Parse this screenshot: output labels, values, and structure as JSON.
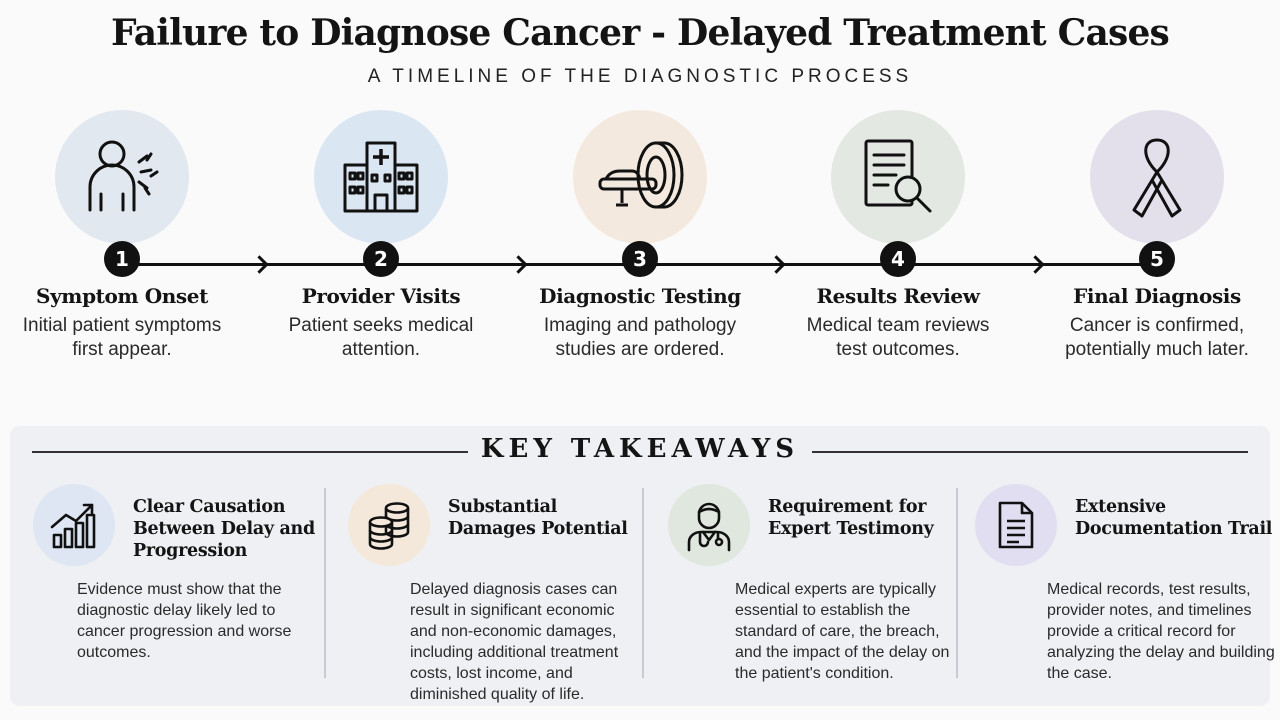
{
  "header": {
    "title": "Failure to Diagnose Cancer - Delayed Treatment Cases",
    "subtitle": "A TIMELINE OF THE DIAGNOSTIC PROCESS"
  },
  "timeline": {
    "steps": [
      {
        "number": "1",
        "title": "Symptom Onset",
        "description": "Initial patient symptoms first appear.",
        "icon": "patient-symptoms-icon",
        "color": "#e2e8f0"
      },
      {
        "number": "2",
        "title": "Provider Visits",
        "description": "Patient seeks medical attention.",
        "icon": "hospital-icon",
        "color": "#dbe6f3"
      },
      {
        "number": "3",
        "title": "Diagnostic Testing",
        "description": "Imaging and pathology studies are ordered.",
        "icon": "ct-scanner-icon",
        "color": "#f4e9de"
      },
      {
        "number": "4",
        "title": "Results Review",
        "description": "Medical team reviews test outcomes.",
        "icon": "document-search-icon",
        "color": "#e3e8e3"
      },
      {
        "number": "5",
        "title": "Final Diagnosis",
        "description": "Cancer is confirmed, potentially much later.",
        "icon": "cancer-ribbon-icon",
        "color": "#e3e0ec"
      }
    ]
  },
  "takeaways": {
    "title": "KEY TAKEAWAYS",
    "items": [
      {
        "title": "Clear Causation Between Delay and Progression",
        "description": "Evidence must show that the diagnostic delay likely led to cancer progression and worse outcomes.",
        "icon": "growth-chart-icon",
        "color": "#dde6f2"
      },
      {
        "title": "Substantial Damages Potential",
        "description": "Delayed diagnosis cases can result in significant economic and non-economic damages, including additional treatment costs, lost income, and diminished quality of life.",
        "icon": "coin-stacks-icon",
        "color": "#f3e8da"
      },
      {
        "title": "Requirement for Expert Testimony",
        "description": "Medical experts are typically essential to establish the standard of care, the breach, and the impact of the delay on the patient's condition.",
        "icon": "doctor-icon",
        "color": "#dfe7df"
      },
      {
        "title": "Extensive Documentation Trail",
        "description": "Medical records, test results, provider notes, and timelines provide a critical record for analyzing the delay and building the case.",
        "icon": "document-icon",
        "color": "#e0def0"
      }
    ]
  }
}
